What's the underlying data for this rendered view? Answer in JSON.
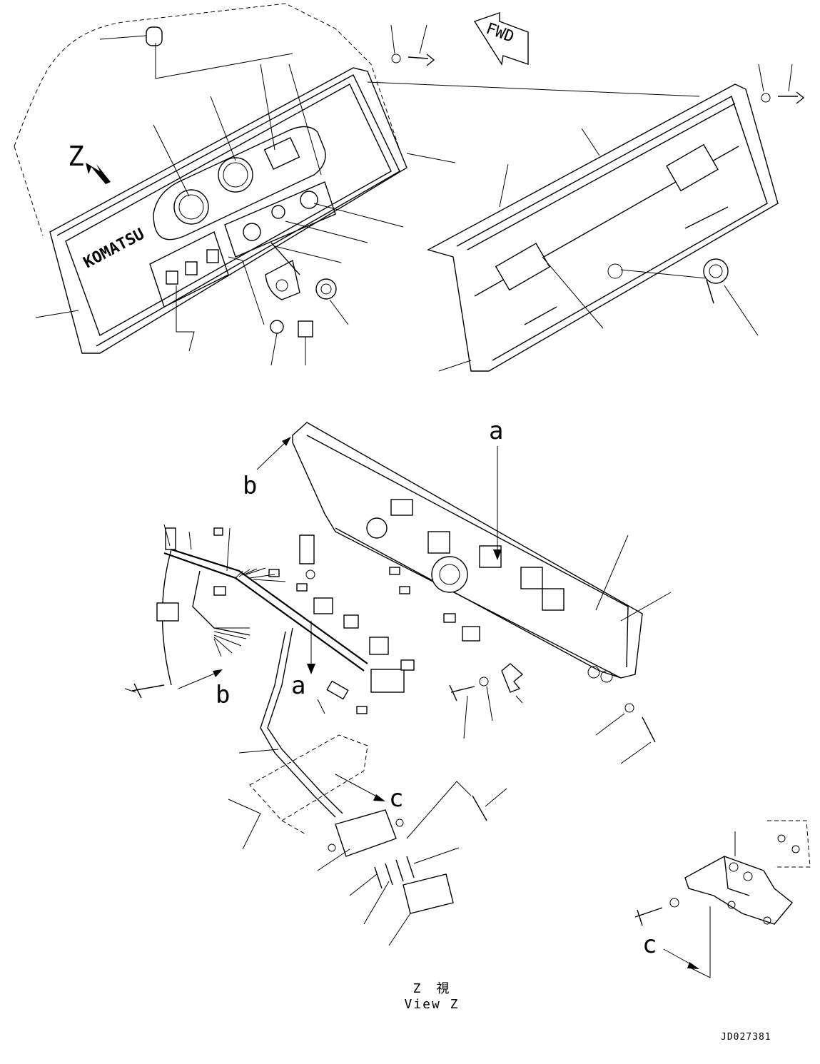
{
  "labels": {
    "fwd": "FWD",
    "view_marker": "Z",
    "logo": "KOMATSU",
    "detail_a": "a",
    "detail_b": "b",
    "detail_c": "c"
  },
  "caption": {
    "line1": "Z　視",
    "line2": "View Z"
  },
  "drawing_number": "JD027381"
}
